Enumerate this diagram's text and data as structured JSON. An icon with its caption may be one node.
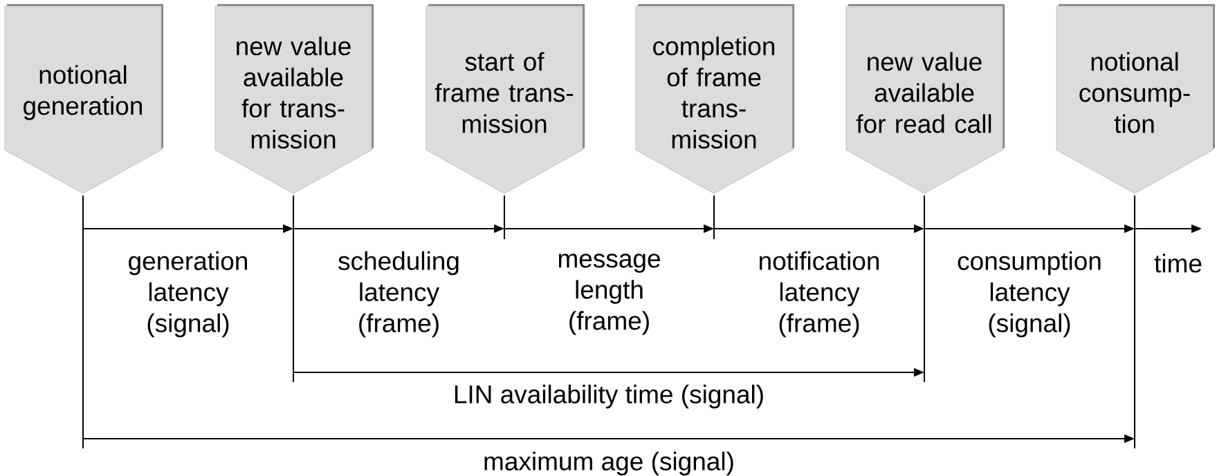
{
  "diagram": {
    "nodes": [
      {
        "text": [
          "notional generation"
        ]
      },
      {
        "text": [
          "new value available for trans-mission"
        ]
      },
      {
        "text": [
          "start of frame trans-mission"
        ]
      },
      {
        "text": [
          "completion of frame trans-mission"
        ]
      },
      {
        "text": [
          "new value available for read call"
        ]
      },
      {
        "text": [
          "notional consump-tion"
        ]
      }
    ],
    "edges": [
      {
        "from": 0,
        "to": 1,
        "arrow": "to",
        "label": "generation latency (signal)"
      },
      {
        "from": 1,
        "to": 2,
        "arrow": "to",
        "label": "scheduling latency (frame)"
      },
      {
        "from": 2,
        "to": 3,
        "arrow": "to",
        "label": "message length (frame)"
      },
      {
        "from": 3,
        "to": 4,
        "arrow": "to",
        "label": "notification latency (frame)"
      },
      {
        "from": 4,
        "to": 5,
        "arrow": "to",
        "label": "consumption latency (signal)"
      },
      {
        "from": 5,
        "to": null,
        "arrow": "to",
        "label": "time"
      },
      {
        "from": 1,
        "to": 4,
        "arrow": "to",
        "label": "LIN availability time (signal)"
      },
      {
        "from": 0,
        "to": 5,
        "arrow": "to",
        "label": "maximum age (signal)"
      }
    ]
  }
}
